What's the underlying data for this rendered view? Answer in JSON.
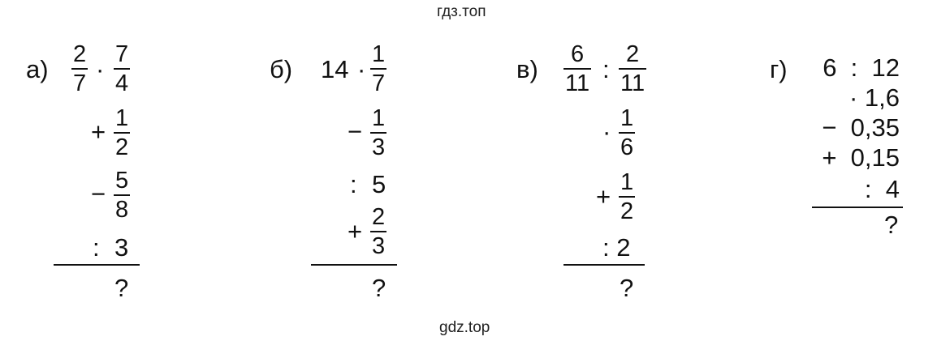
{
  "watermark_top": "гдз.топ",
  "watermark_bottom": "gdz.top",
  "problems": {
    "a": {
      "label": "а)",
      "f1": {
        "num": "2",
        "den": "7"
      },
      "dot": "·",
      "f2": {
        "num": "7",
        "den": "4"
      },
      "plus": "+",
      "f3": {
        "num": "1",
        "den": "2"
      },
      "minus": "−",
      "f4": {
        "num": "5",
        "den": "8"
      },
      "div": ":",
      "n": "3",
      "result": "?"
    },
    "b": {
      "label": "б)",
      "n14": "14",
      "dot": "·",
      "f1": {
        "num": "1",
        "den": "7"
      },
      "minus": "−",
      "f2": {
        "num": "1",
        "den": "3"
      },
      "div": ":",
      "n5": "5",
      "plus": "+",
      "f3": {
        "num": "2",
        "den": "3"
      },
      "result": "?"
    },
    "v": {
      "label": "в)",
      "f1": {
        "num": "6",
        "den": "11"
      },
      "div": ":",
      "f2": {
        "num": "2",
        "den": "11"
      },
      "dot": "·",
      "f3": {
        "num": "1",
        "den": "6"
      },
      "plus": "+",
      "f4": {
        "num": "1",
        "den": "2"
      },
      "div2": ": 2",
      "result": "?"
    },
    "g": {
      "label": "г)",
      "line1": "6  :  12",
      "line2": "· 1,6",
      "line3": "−  0,35",
      "line4": "+  0,15",
      "line5": ":  4",
      "result": "?"
    }
  }
}
